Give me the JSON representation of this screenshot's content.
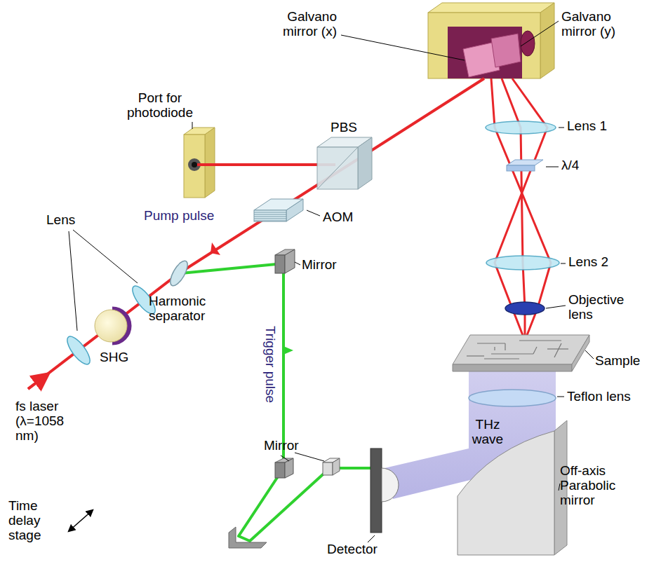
{
  "diagram": {
    "labels": [
      "Galvano mirror (x)",
      "Galvano mirror (y)",
      "Port for photodiode",
      "PBS",
      "Lens 1",
      "λ/4",
      "AOM",
      "Pump pulse",
      "Lens",
      "Lens 2",
      "Harmonic separator",
      "Mirror",
      "Objective lens",
      "Sample",
      "SHG",
      "fs laser (λ=1058 nm)",
      "Trigger pulse",
      "THz wave",
      "Teflon lens",
      "Off-axis Parabolic mirror",
      "Mirror",
      "Time delay stage",
      "Detector"
    ]
  }
}
